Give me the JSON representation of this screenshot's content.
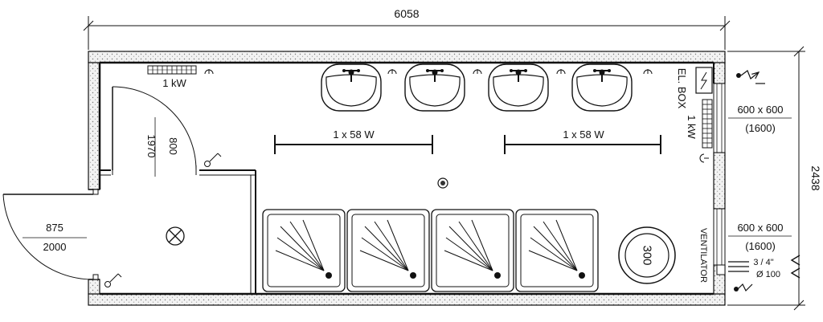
{
  "dimensions": {
    "overall_length": "6058",
    "overall_width": "2438"
  },
  "heaters": {
    "top_heater": "1 kW",
    "side_heater": "1 kW"
  },
  "lights": {
    "left": "1 x 58 W",
    "right": "1 x 58 W"
  },
  "electrical": {
    "box": "EL. BOX"
  },
  "inner_door": {
    "width": "800",
    "height": "1970"
  },
  "outer_door": {
    "width": "875",
    "height": "2000"
  },
  "windows": [
    {
      "size": "600 x 600",
      "sill": "(1600)"
    },
    {
      "size": "600 x 600",
      "sill": "(1600)"
    }
  ],
  "ventilator": {
    "label": "VENTILATOR",
    "diameter": "Ø 100"
  },
  "water": {
    "pipe": "3 / 4\""
  },
  "boiler": {
    "capacity": "300"
  },
  "fixtures": {
    "washbasins": 4,
    "shower_trays": 4
  },
  "colors": {
    "line": "#111111",
    "hatch": "#555555",
    "background": "#ffffff"
  }
}
